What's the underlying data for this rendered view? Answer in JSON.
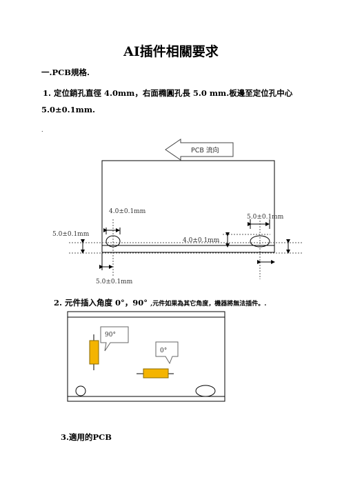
{
  "title": "AI插件相關要求",
  "section1": {
    "heading": "一.PCB規格."
  },
  "item1": {
    "line1": "1.  定位銷孔直徑 4.0mm，右面橢圓孔長 5.0 mm.板邊至定位孔中心",
    "line2": "5.0±0.1mm."
  },
  "dot": ".",
  "diagram1": {
    "flow_label": "PCB 流向",
    "dim_hole_dia": "4.0±0.1mm",
    "dim_slot_len": "5.0±0.1mm",
    "dim_slot_width": "4.0±0.1mm",
    "dim_left_edge": "5.0±0.1mm",
    "dim_bottom": "5.0±0.1mm"
  },
  "item2": {
    "number": "2.",
    "text_main": "元件插入角度 0°，90°",
    "text_rest": ",元件如果為其它角度，機器將無法插件。."
  },
  "diagram2": {
    "bubble_90": "90°",
    "bubble_0": "0°"
  },
  "item3": {
    "text": "3.適用的PCB"
  }
}
